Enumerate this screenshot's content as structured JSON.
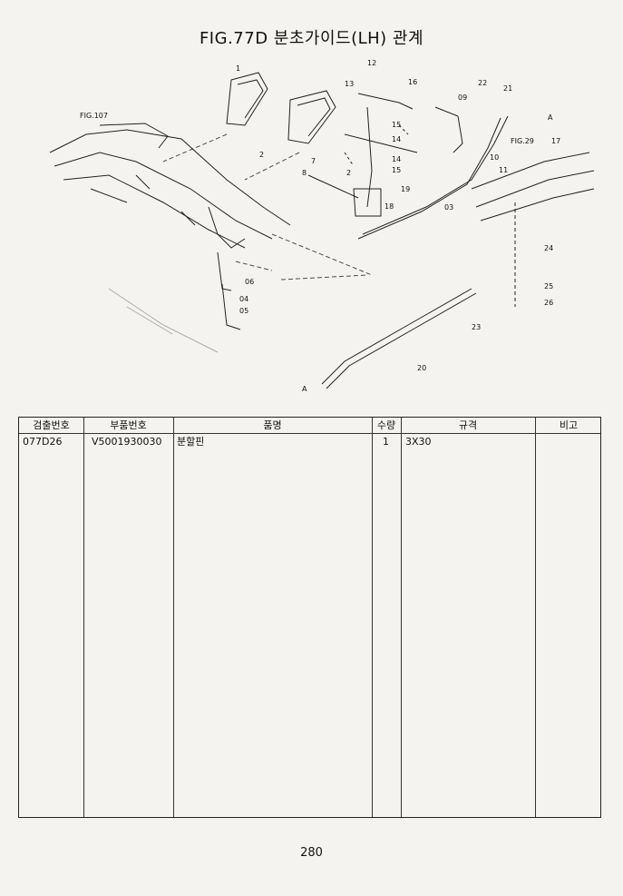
{
  "title": "FIG.77D 분초가이드(LH) 관계",
  "diagram": {
    "ref_labels": [
      "FIG.107",
      "FIG.29"
    ],
    "callouts": [
      "1",
      "2",
      "8",
      "7",
      "2",
      "12",
      "13",
      "16",
      "15",
      "14",
      "14",
      "15",
      "09",
      "22",
      "21",
      "A",
      "17",
      "10",
      "11",
      "19",
      "18",
      "03",
      "06",
      "04",
      "05",
      "24",
      "25",
      "26",
      "23",
      "20",
      "A"
    ]
  },
  "table": {
    "headers": {
      "part_no": "검출번호",
      "code": "부품번호",
      "name": "품명",
      "qty": "수량",
      "spec": "규격",
      "remark": "비고"
    },
    "rows": [
      {
        "part_no": "077D26",
        "code": "V5001930030",
        "name": "분할핀",
        "qty": "1",
        "spec": "3X30",
        "remark": ""
      }
    ]
  },
  "page_number": "280"
}
